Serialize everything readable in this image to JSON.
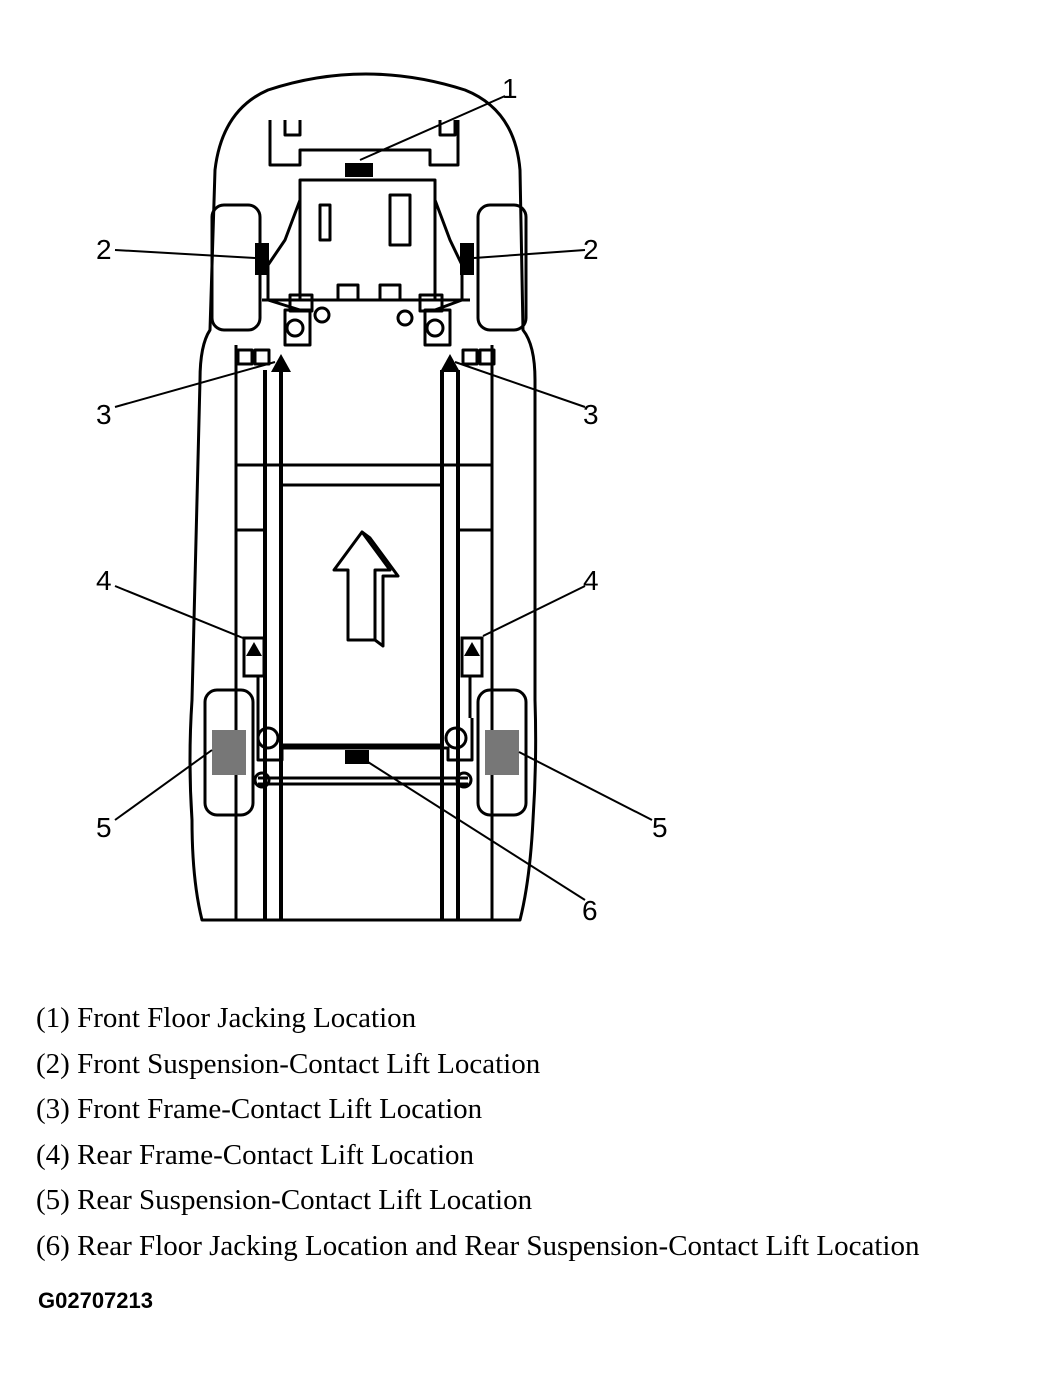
{
  "callouts": {
    "c1": "1",
    "c2_left": "2",
    "c2_right": "2",
    "c3_left": "3",
    "c3_right": "3",
    "c4_left": "4",
    "c4_right": "4",
    "c5_left": "5",
    "c5_right": "5",
    "c6": "6"
  },
  "legend": [
    "(1) Front Floor Jacking Location",
    "(2) Front Suspension-Contact Lift Location",
    "(3) Front Frame-Contact Lift Location",
    "(4) Rear Frame-Contact Lift Location",
    "(5) Rear Suspension-Contact Lift Location",
    "(6) Rear Floor Jacking Location and Rear Suspension-Contact Lift Location"
  ],
  "figure_id": "G02707213"
}
